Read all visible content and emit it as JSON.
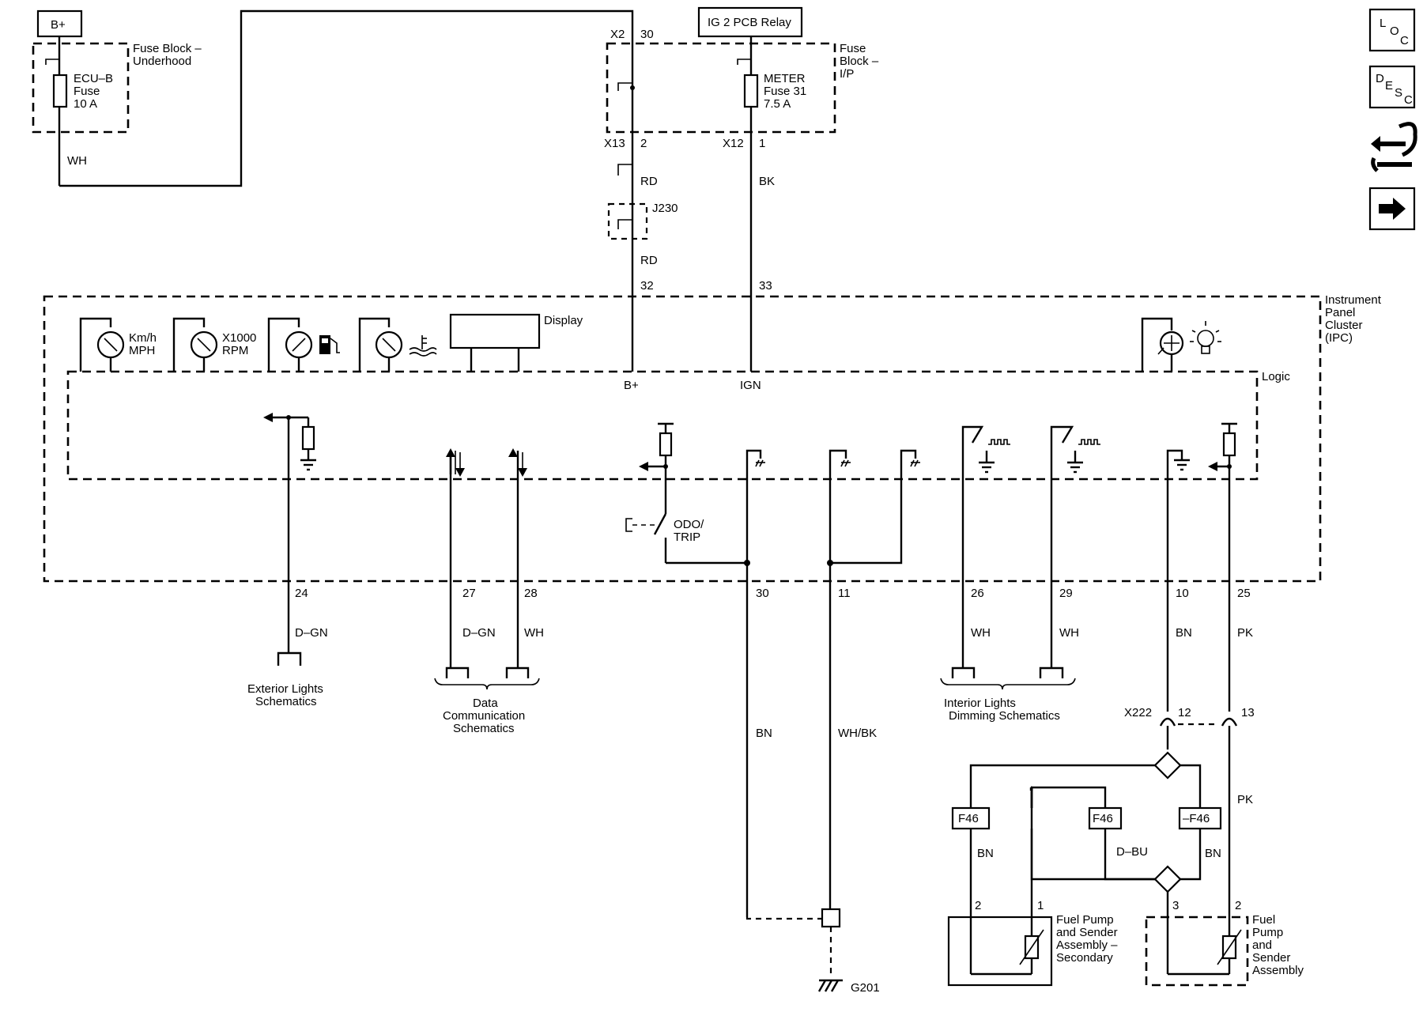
{
  "labels": {
    "bplus_top": "B+",
    "ig2_relay": "IG 2 PCB Relay",
    "fuse_block_underhood_1": "Fuse Block –",
    "fuse_block_underhood_2": "Underhood",
    "ecub_1": "ECU–B",
    "ecub_2": "Fuse",
    "ecub_3": "10 A",
    "fuse_block_ip_1": "Fuse",
    "fuse_block_ip_2": "Block –",
    "fuse_block_ip_3": "I/P",
    "meter_1": "METER",
    "meter_2": "Fuse 31",
    "meter_3": "7.5 A",
    "x2": "X2",
    "pin30_top": "30",
    "x13": "X13",
    "pin2_top": "2",
    "x12": "X12",
    "pin1_top": "1",
    "wire_wh_top": "WH",
    "wire_rd_1": "RD",
    "wire_rd_2": "RD",
    "wire_bk": "BK",
    "j230": "J230",
    "pin32": "32",
    "pin33": "33",
    "ipc_1": "Instrument",
    "ipc_2": "Panel",
    "ipc_3": "Cluster",
    "ipc_4": "(IPC)",
    "logic": "Logic",
    "display": "Display",
    "kmh_1": "Km/h",
    "kmh_2": "MPH",
    "rpm_1": "X1000",
    "rpm_2": "RPM",
    "bplus_in": "B+",
    "ign_in": "IGN",
    "odo_1": "ODO/",
    "odo_2": "TRIP",
    "pin24": "24",
    "pin27": "27",
    "pin28": "28",
    "pin30_b": "30",
    "pin11": "11",
    "pin26": "26",
    "pin29": "29",
    "pin10": "10",
    "pin25": "25",
    "w_dgn_1": "D–GN",
    "w_dgn_2": "D–GN",
    "w_wh_1": "WH",
    "w_bn_1": "BN",
    "w_whbk": "WH/BK",
    "w_wh_2": "WH",
    "w_wh_3": "WH",
    "w_bn_2": "BN",
    "w_pk_1": "PK",
    "w_pk_2": "PK",
    "ext_1": "Exterior Lights",
    "ext_2": "Schematics",
    "data_1": "Data",
    "data_2": "Communication",
    "data_3": "Schematics",
    "int_1": "Interior Lights",
    "int_2": "Dimming Schematics",
    "x222": "X222",
    "pin12": "12",
    "pin13": "13",
    "f46_1": "F46",
    "f46_2": "F46",
    "f46_3": "–F46",
    "w_bn_3": "BN",
    "w_dbu": "D–BU",
    "w_bn_4": "BN",
    "pin2_fp2": "2",
    "pin1_fp2": "1",
    "pin3_fp": "3",
    "pin2_fp": "2",
    "fps_1": "Fuel Pump",
    "fps_2": "and Sender",
    "fps_3": "Assembly –",
    "fps_4": "Secondary",
    "fp_1": "Fuel",
    "fp_2": "Pump",
    "fp_3": "and",
    "fp_4": "Sender",
    "fp_5": "Assembly",
    "g201": "G201"
  },
  "nav": {
    "loc": [
      "L",
      "O",
      "C"
    ],
    "desc": [
      "D",
      "E",
      "S",
      "C"
    ]
  }
}
